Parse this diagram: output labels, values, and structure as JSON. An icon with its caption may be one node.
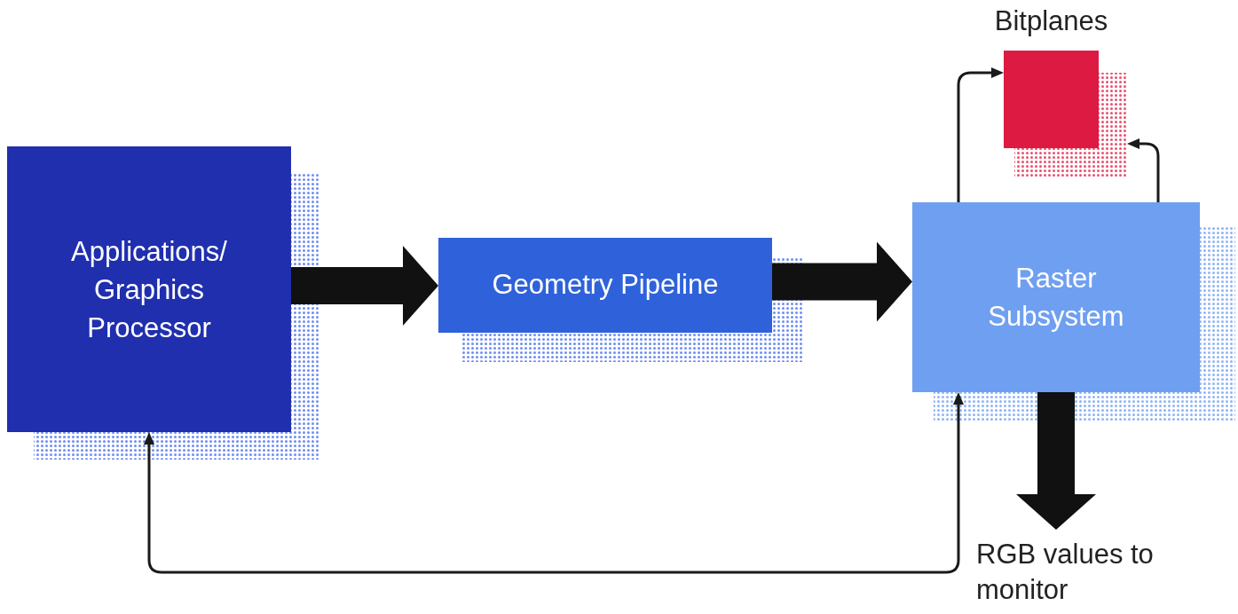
{
  "diagram": {
    "nodes": [
      {
        "text": [
          "Applications/ Graphics Processor"
        ]
      },
      {
        "text": [
          "Geometry Pipeline"
        ]
      },
      {
        "text": [
          "Raster Subsystem"
        ]
      },
      {
        "text": [
          "Bitplanes"
        ]
      },
      {
        "text": [
          "RGB values to monitor"
        ]
      }
    ],
    "edges": [
      {
        "from": 0,
        "to": 1,
        "arrow": "to",
        "style": "thick"
      },
      {
        "from": 1,
        "to": 2,
        "arrow": "to",
        "style": "thick"
      },
      {
        "from": 2,
        "to": 3,
        "arrow": "to"
      },
      {
        "from": 2,
        "to": 3,
        "arrow": "to"
      },
      {
        "from": 2,
        "to": 4,
        "arrow": "to",
        "style": "thick"
      },
      {
        "from": 0,
        "to": 2,
        "arrow": "both"
      }
    ]
  }
}
